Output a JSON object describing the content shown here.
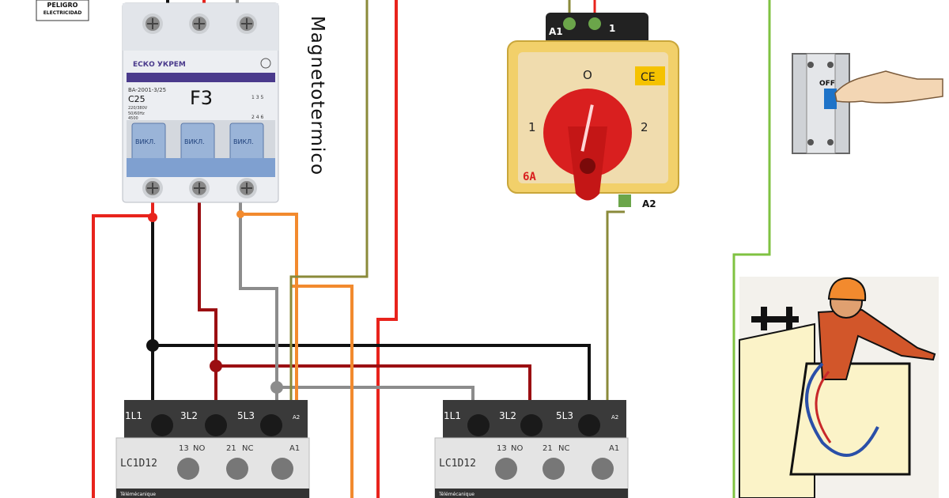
{
  "warning_sign": {
    "line1": "PELIGRO",
    "line2": "ELECTRICIDAD"
  },
  "breaker": {
    "brand": "ЕСКО УКРЕМ",
    "model": "BA-2001-3/25",
    "rating": "C25",
    "label": "F3",
    "specs": [
      "220/380V",
      "50/60Hz",
      "4500"
    ],
    "terminal_top": "1 3 5",
    "terminal_bottom": "2 4 6",
    "lever_text": "ВИКЛ.",
    "side_label": "Magnetotermico"
  },
  "selector_switch": {
    "top_left": "A1",
    "top_right": "1",
    "pos_0": "O",
    "pos_1": "1",
    "pos_2": "2",
    "ce_mark": "CE",
    "rating": "6A",
    "bottom_terminal": "A2"
  },
  "contactor_left": {
    "phases": [
      "1L1",
      "3L2",
      "5L3"
    ],
    "side": "A2",
    "model": "LC1D12",
    "aux": [
      "13",
      "NO",
      "21",
      "NC",
      "A1"
    ],
    "brand": "Télémécanique"
  },
  "contactor_right": {
    "phases": [
      "1L1",
      "3L2",
      "5L3"
    ],
    "side": "A2",
    "model": "LC1D12",
    "aux": [
      "13",
      "NO",
      "21",
      "NC",
      "A1"
    ],
    "brand": "Télémécanique"
  },
  "off_switch": {
    "label": "OFF"
  },
  "colors": {
    "red": "#e8231c",
    "darkred": "#9b0f12",
    "black": "#111111",
    "gray": "#8c8c8c",
    "orange": "#f28a2e",
    "olive": "#8a8a3a",
    "green": "#7fc241"
  }
}
